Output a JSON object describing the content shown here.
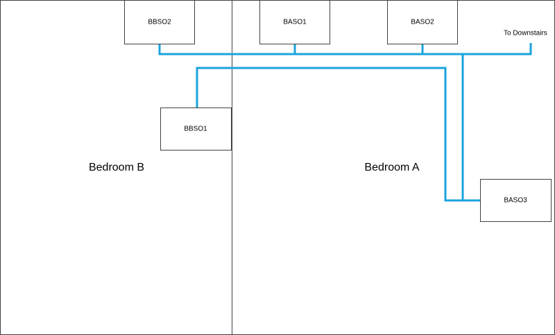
{
  "colors": {
    "duct": "#1aa3dc",
    "wall": "#404040",
    "background": "#ffffff"
  },
  "rooms": {
    "bedroom_b": "Bedroom B",
    "bedroom_a": "Bedroom A"
  },
  "outlets": {
    "bbso2": "BBSO2",
    "baso1": "BASO1",
    "baso2": "BASO2",
    "bbso1": "BBSO1",
    "baso3": "BASO3"
  },
  "labels": {
    "to_downstairs": "To Downstairs"
  }
}
